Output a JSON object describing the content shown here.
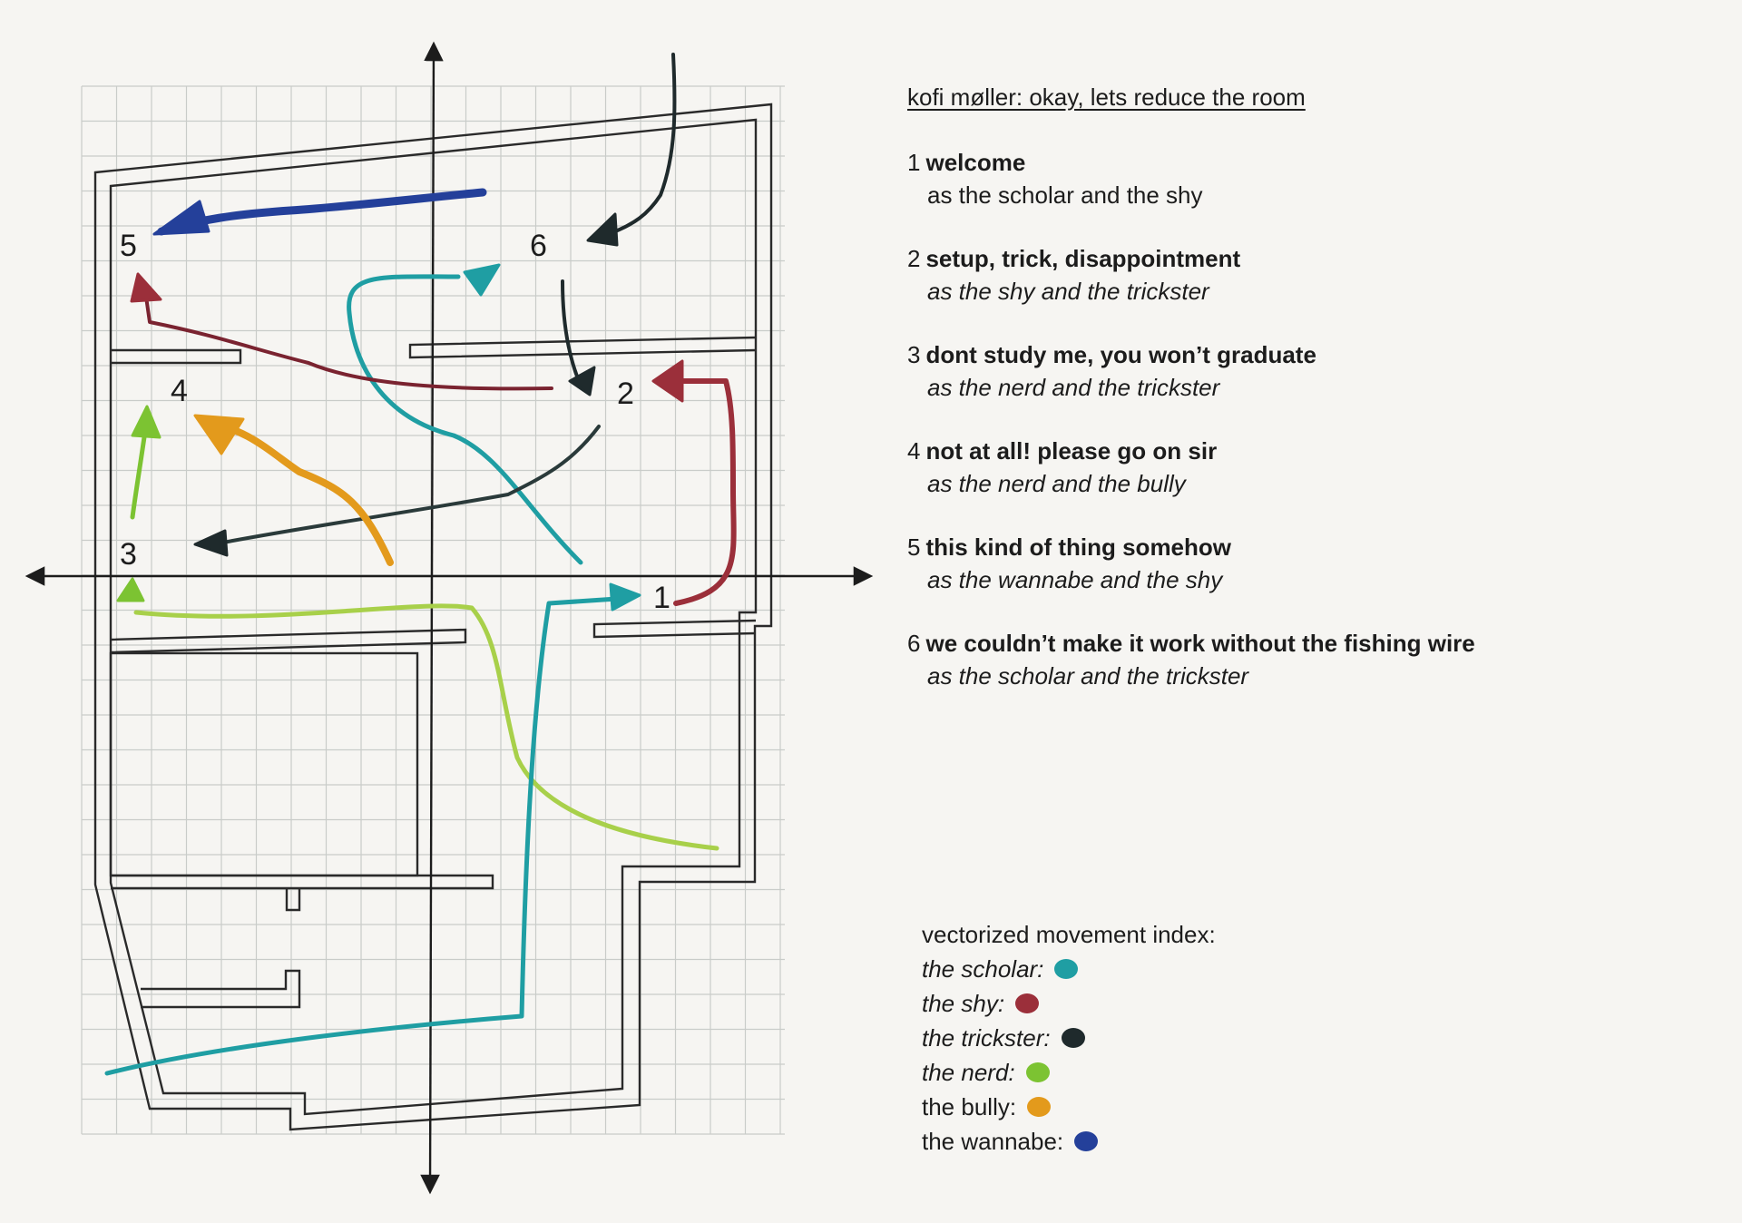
{
  "heading": "kofi møller: okay, lets reduce the room",
  "scenes": [
    {
      "num": "1",
      "title": "welcome",
      "roles": "as the scholar and the shy",
      "italic": false
    },
    {
      "num": "2",
      "title": "setup, trick, disappointment",
      "roles": "as the shy and the trickster",
      "italic": true
    },
    {
      "num": "3",
      "title": "dont study me, you won’t graduate",
      "roles": "as the nerd and the trickster",
      "italic": true
    },
    {
      "num": "4",
      "title": "not at all! please go on sir",
      "roles": "as the nerd and the bully",
      "italic": true
    },
    {
      "num": "5",
      "title": "this kind of thing somehow",
      "roles": "as the wannabe and the shy",
      "italic": true
    },
    {
      "num": "6",
      "title": "we couldn’t make it work without the fishing wire",
      "roles": "as the scholar and the trickster",
      "italic": true
    }
  ],
  "legend": {
    "title": "vectorized movement index:",
    "items": [
      {
        "label": "the scholar:",
        "color": "#1f9ea3",
        "italic": true
      },
      {
        "label": "the shy:",
        "color": "#9b2f3a",
        "italic": true
      },
      {
        "label": "the trickster:",
        "color": "#1f2a2c",
        "italic": true
      },
      {
        "label": "the nerd:",
        "color": "#7cc332",
        "italic": true
      },
      {
        "label": "the bully:",
        "color": "#e39a1c",
        "italic": false
      },
      {
        "label": "the wannabe:",
        "color": "#24409a",
        "italic": false
      }
    ]
  },
  "map_labels": [
    "1",
    "2",
    "3",
    "4",
    "5",
    "6"
  ]
}
